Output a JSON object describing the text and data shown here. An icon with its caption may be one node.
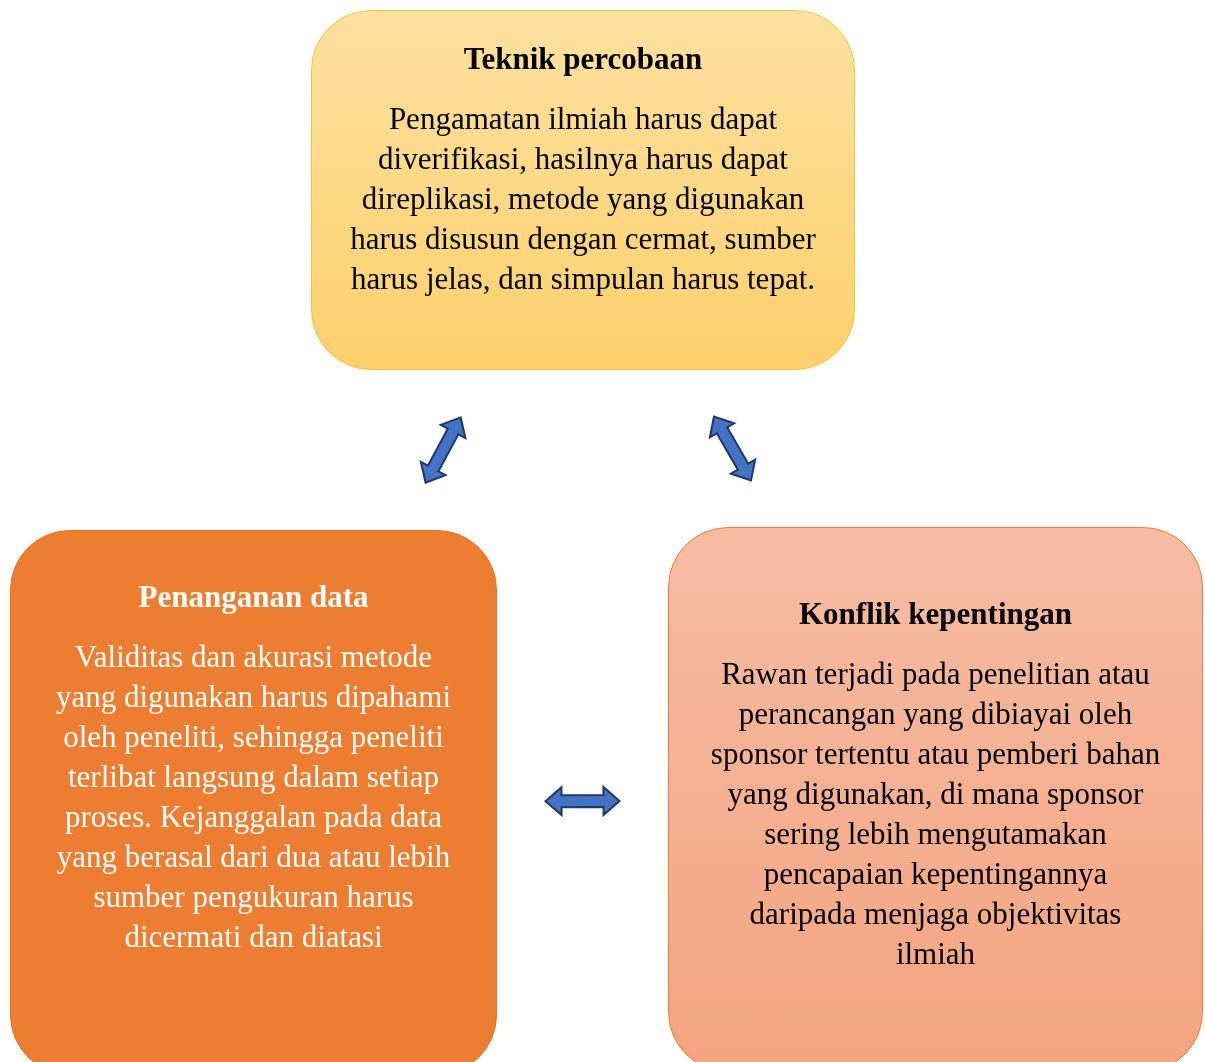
{
  "diagram": {
    "nodes": [
      {
        "text": [
          "Teknik percobaan",
          "Pengamatan ilmiah harus dapat diverifikasi, hasilnya harus dapat direplikasi, metode yang digunakan harus disusun dengan cermat, sumber harus jelas, dan simpulan harus tepat."
        ]
      },
      {
        "text": [
          "Penanganan data",
          "Validitas dan akurasi metode yang digunakan harus dipahami oleh peneliti, sehingga peneliti terlibat langsung dalam setiap proses. Kejanggalan pada data yang berasal dari dua atau lebih sumber pengukuran harus dicermati dan diatasi"
        ]
      },
      {
        "text": [
          "Konflik kepentingan",
          "Rawan terjadi pada penelitian atau perancangan yang dibiayai oleh sponsor tertentu atau pemberi bahan yang digunakan, di mana sponsor sering lebih mengutamakan pencapaian kepentingannya daripada menjaga objektivitas ilmiah"
        ]
      }
    ],
    "edges": [
      {
        "from": 0,
        "to": 1,
        "arrow": "both"
      },
      {
        "from": 0,
        "to": 2,
        "arrow": "both"
      },
      {
        "from": 1,
        "to": 2,
        "arrow": "both"
      }
    ]
  }
}
